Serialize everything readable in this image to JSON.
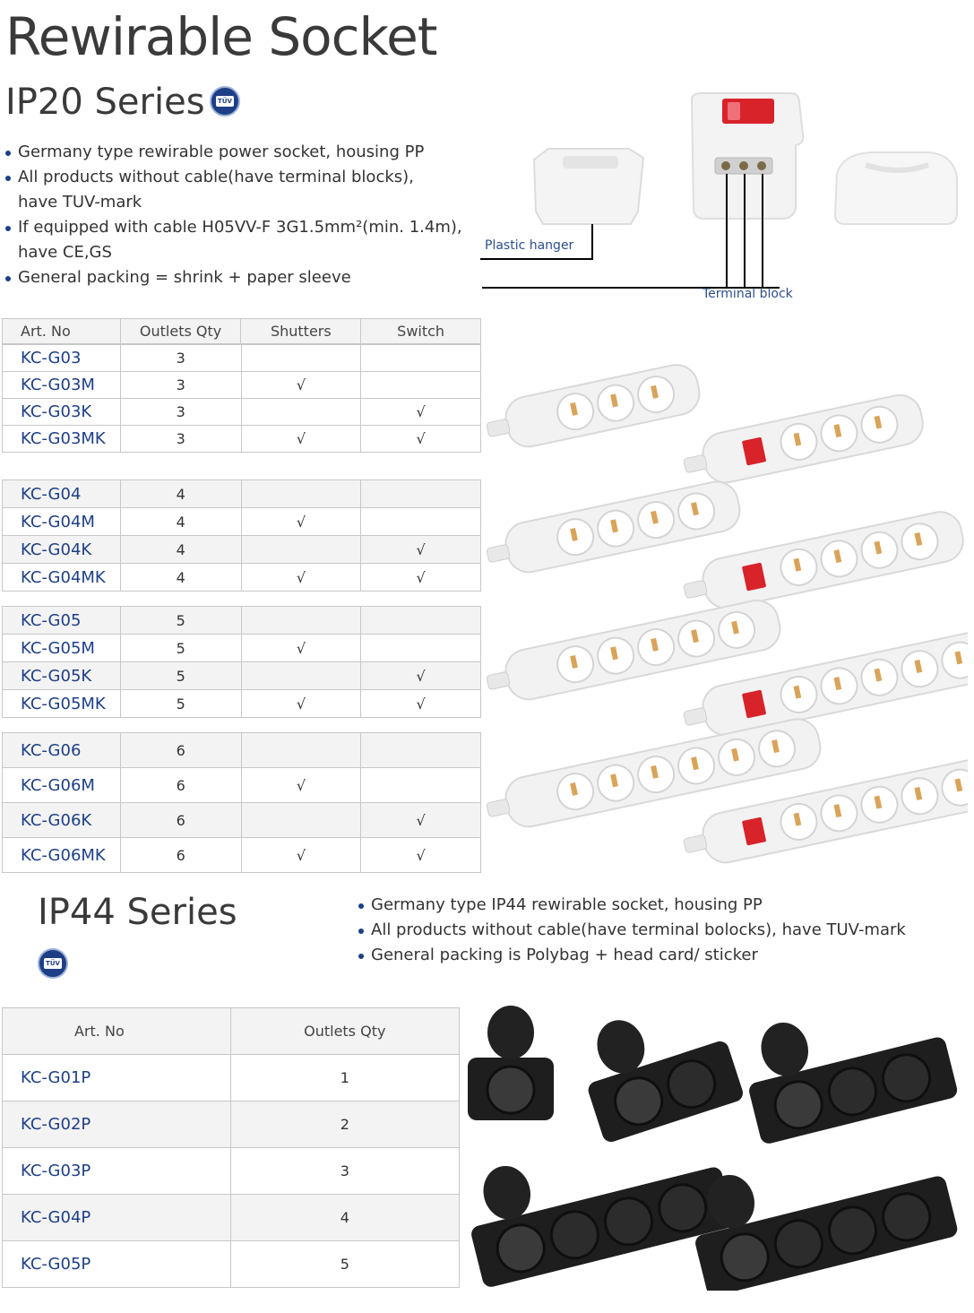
{
  "title": "Rewirable Socket",
  "ip20": {
    "title": "IP20 Series",
    "tuv_text": "TÜV",
    "bullets": [
      "Germany type rewirable power socket, housing PP",
      "All products without cable(have terminal blocks),",
      "have TUV-mark",
      "If equipped with cable H05VV-F 3G1.5mm²(min. 1.4m),",
      "have CE,GS",
      "General packing = shrink + paper sleeve"
    ],
    "callouts": {
      "plastic_hanger": "Plastic hanger",
      "terminal_block": "Terminal block"
    },
    "headers": [
      "Art. No",
      "Outlets Qty",
      "Shutters",
      "Switch"
    ],
    "mark": "√",
    "groups": [
      {
        "rows": [
          {
            "art": "KC-G03",
            "qty": "3",
            "shutters": "",
            "switch": ""
          },
          {
            "art": "KC-G03M",
            "qty": "3",
            "shutters": "√",
            "switch": ""
          },
          {
            "art": "KC-G03K",
            "qty": "3",
            "shutters": "",
            "switch": "√"
          },
          {
            "art": "KC-G03MK",
            "qty": "3",
            "shutters": "√",
            "switch": "√"
          }
        ]
      },
      {
        "rows": [
          {
            "art": "KC-G04",
            "qty": "4",
            "shutters": "",
            "switch": ""
          },
          {
            "art": "KC-G04M",
            "qty": "4",
            "shutters": "√",
            "switch": ""
          },
          {
            "art": "KC-G04K",
            "qty": "4",
            "shutters": "",
            "switch": "√"
          },
          {
            "art": "KC-G04MK",
            "qty": "4",
            "shutters": "√",
            "switch": "√"
          }
        ]
      },
      {
        "rows": [
          {
            "art": "KC-G05",
            "qty": "5",
            "shutters": "",
            "switch": ""
          },
          {
            "art": "KC-G05M",
            "qty": "5",
            "shutters": "√",
            "switch": ""
          },
          {
            "art": "KC-G05K",
            "qty": "5",
            "shutters": "",
            "switch": "√"
          },
          {
            "art": "KC-G05MK",
            "qty": "5",
            "shutters": "√",
            "switch": "√"
          }
        ]
      },
      {
        "rows": [
          {
            "art": "KC-G06",
            "qty": "6",
            "shutters": "",
            "switch": ""
          },
          {
            "art": "KC-G06M",
            "qty": "6",
            "shutters": "√",
            "switch": ""
          },
          {
            "art": "KC-G06K",
            "qty": "6",
            "shutters": "",
            "switch": "√"
          },
          {
            "art": "KC-G06MK",
            "qty": "6",
            "shutters": "√",
            "switch": "√"
          }
        ]
      }
    ]
  },
  "ip44": {
    "title": "IP44 Series",
    "tuv_text": "TÜV",
    "bullets": [
      "Germany type IP44 rewirable socket, housing PP",
      "All products without cable(have terminal bolocks), have TUV-mark",
      "General packing is Polybag + head card/ sticker"
    ],
    "headers": [
      "Art. No",
      "Outlets Qty"
    ],
    "rows": [
      {
        "art": "KC-G01P",
        "qty": "1"
      },
      {
        "art": "KC-G02P",
        "qty": "2"
      },
      {
        "art": "KC-G03P",
        "qty": "3"
      },
      {
        "art": "KC-G04P",
        "qty": "4"
      },
      {
        "art": "KC-G05P",
        "qty": "5"
      }
    ]
  },
  "colors": {
    "brand": "#1e3f86",
    "switch_red": "#d8232a",
    "ip44_body": "#1e1e1e"
  }
}
